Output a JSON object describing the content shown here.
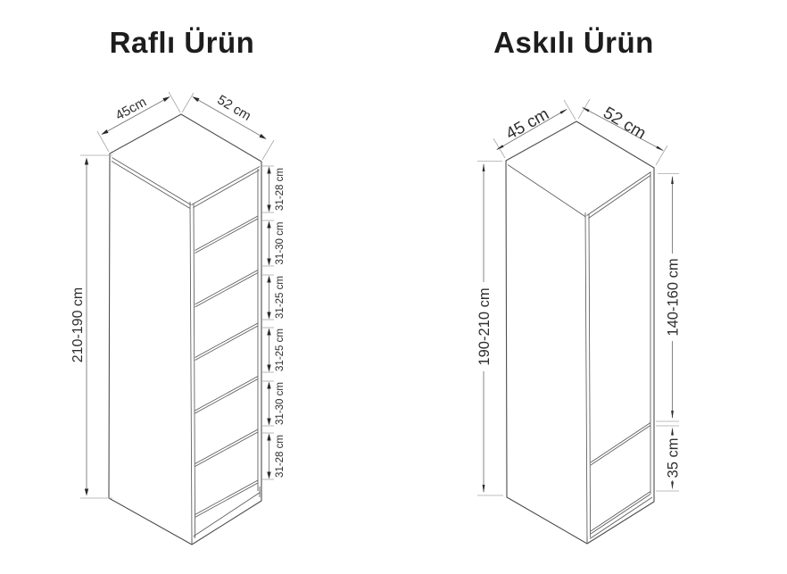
{
  "colors": {
    "background": "#ffffff",
    "line": "#4d4d4d",
    "text": "#1f1f1f"
  },
  "diagrams": [
    {
      "title": "Raflı Ürün",
      "type": "shelved-wardrobe",
      "dimensions": {
        "depth": "45cm",
        "width": "52 cm",
        "height": "210-190 cm",
        "shelf_sections": [
          "31-28 cm",
          "31-30 cm",
          "31-25 cm",
          "31-25 cm",
          "31-30 cm",
          "31-28 cm"
        ]
      }
    },
    {
      "title": "Askılı Ürün",
      "type": "hanging-wardrobe",
      "dimensions": {
        "depth": "45 cm",
        "width": "52 cm",
        "height": "190-210 cm",
        "hanging_clearance": "140-160 cm",
        "bottom_section": "35 cm"
      }
    }
  ]
}
